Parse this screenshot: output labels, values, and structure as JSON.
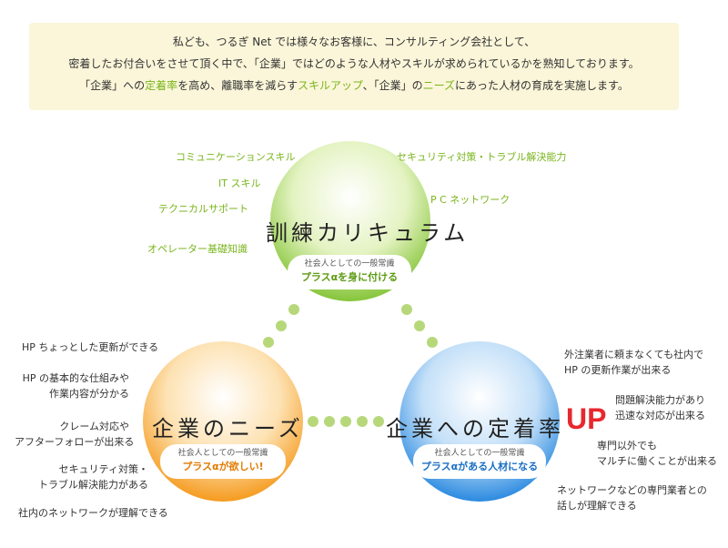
{
  "intro": {
    "line1": "私ども、つるぎ Net では様々なお客様に、コンサルティング会社として、",
    "line2": "密着したお付合いをさせて頂く中で、「企業」ではどのような人材やスキルが求められているかを熟知しております。",
    "line3_a": "「企業」への",
    "line3_b": "定着率",
    "line3_c": "を高め、離職率を減らす",
    "line3_d": "スキルアップ",
    "line3_e": "、「企業」の",
    "line3_f": "ニーズ",
    "line3_g": "にあった人材の育成を実施します。"
  },
  "colors": {
    "green": "#7ab51d",
    "orange": "#f49a1e",
    "blue": "#2a8ae0",
    "up_red": "#e8272e"
  },
  "circles": {
    "training": {
      "title": "訓練カリキュラム",
      "sub": "社会人としての一般常識",
      "main": "プラスαを身に付ける"
    },
    "needs": {
      "title": "企業のニーズ",
      "sub": "社会人としての一般常識",
      "main": "プラスαが欲しい!"
    },
    "retention": {
      "title": "企業への定着率",
      "sub": "社会人としての一般常識",
      "main": "プラスαがある人材になる",
      "up": "UP"
    }
  },
  "training_skills": [
    "コミュニケーションスキル",
    "IT スキル",
    "テクニカルサポート",
    "オペレーター基礎知識",
    "セキュリティ対策・トラブル解決能力",
    "P C ネットワーク"
  ],
  "needs_items": [
    [
      "HP ちょっとした更新ができる"
    ],
    [
      "HP の基本的な仕組みや",
      "作業内容が分かる"
    ],
    [
      "クレーム対応や",
      "アフターフォローが出来る"
    ],
    [
      "セキュリティ対策・",
      "トラブル解決能力がある"
    ],
    [
      "社内のネットワークが理解できる"
    ]
  ],
  "retention_items": [
    [
      "外注業者に頼まなくても社内で",
      "HP の更新作業が出来る"
    ],
    [
      "問題解決能力があり",
      "迅速な対応が出来る"
    ],
    [
      "専門以外でも",
      "マルチに働くことが出来る"
    ],
    [
      "ネットワークなどの専門業者との",
      "話しが理解できる"
    ]
  ]
}
